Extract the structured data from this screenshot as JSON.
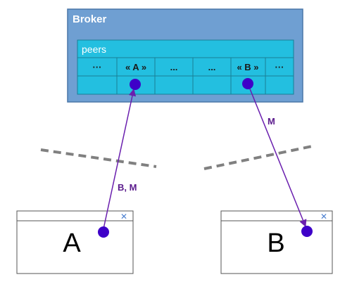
{
  "broker": {
    "title": "Broker",
    "peers_label": "peers"
  },
  "peer_cells": [
    "···",
    "« A »",
    "...",
    "...",
    "« B »",
    "···"
  ],
  "edges": {
    "a_to_broker": "B, M",
    "broker_to_b": "M"
  },
  "windows": {
    "left_label": "A",
    "right_label": "B",
    "close_glyph": "✕"
  },
  "colors": {
    "broker_fill": "#6f9fd2",
    "broker_border": "#4a77a8",
    "table_fill": "#23bfe0",
    "table_line": "#187f96",
    "arrow": "#6a1fae",
    "dot": "#3e00c8",
    "dash": "#808080",
    "close_icon": "#4a7fd0"
  }
}
